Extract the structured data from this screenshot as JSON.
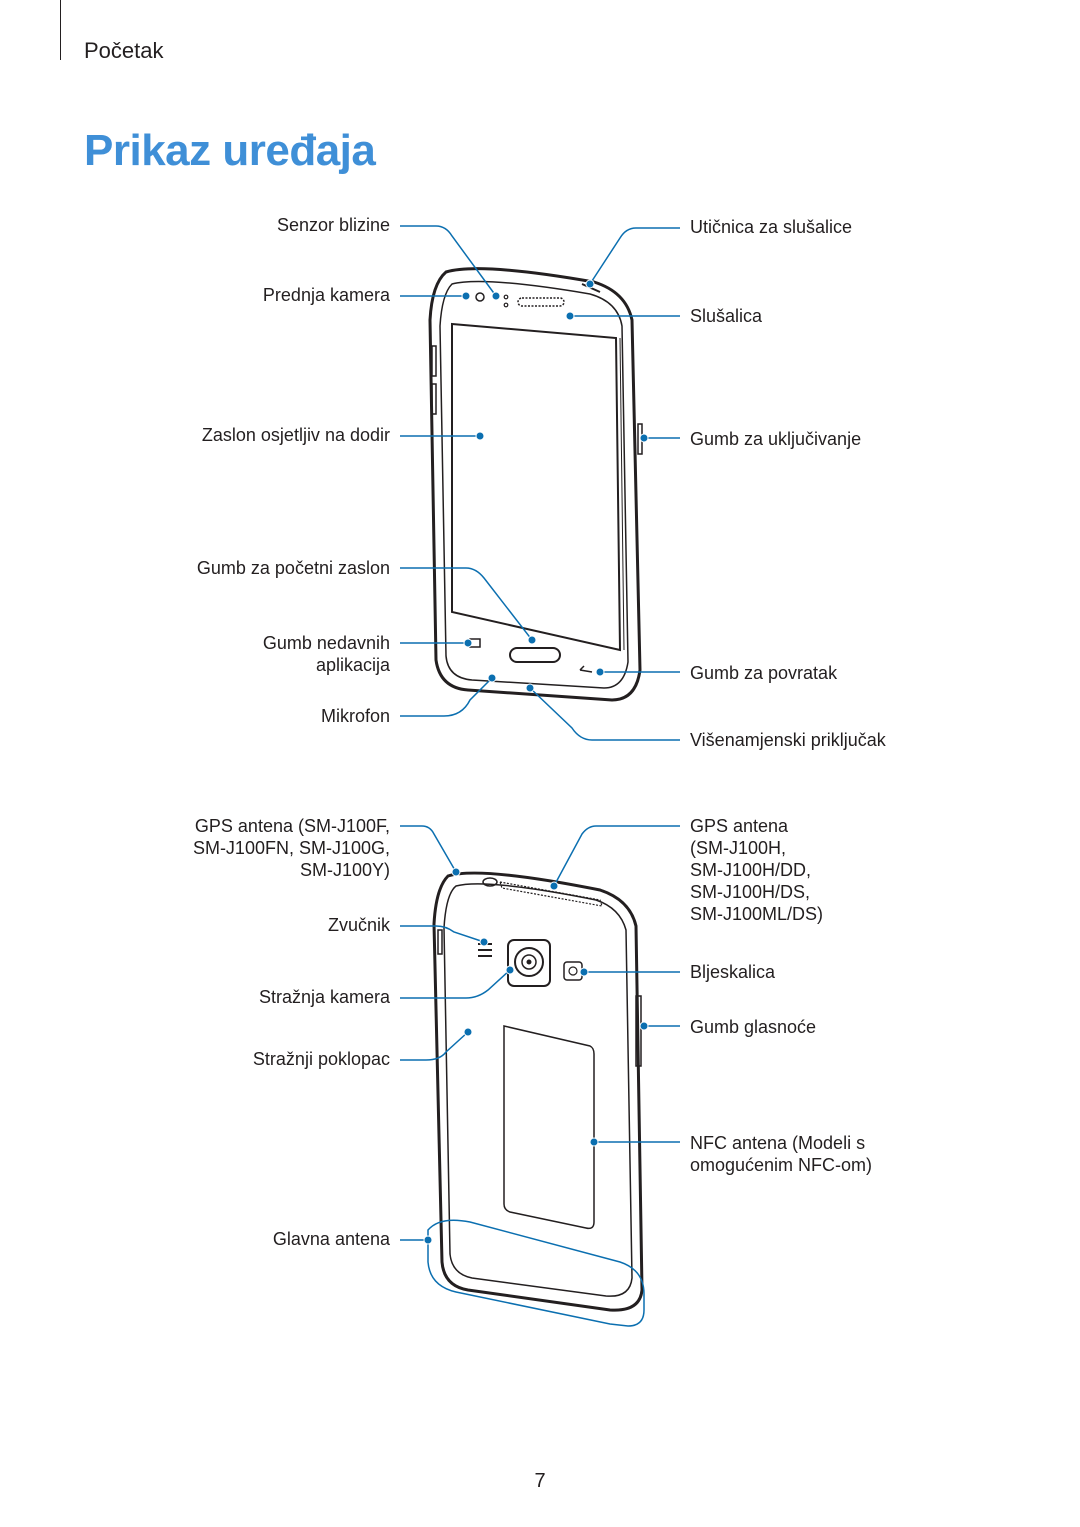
{
  "header": {
    "section": "Početak"
  },
  "title": "Prikaz uređaja",
  "front": {
    "proximity_sensor": "Senzor blizine",
    "front_camera": "Prednja kamera",
    "touchscreen": "Zaslon osjetljiv na dodir",
    "home_button": "Gumb za početni zaslon",
    "recent_apps_1": "Gumb nedavnih",
    "recent_apps_2": "aplikacija",
    "microphone": "Mikrofon",
    "headset_jack": "Utičnica za slušalice",
    "earpiece": "Slušalica",
    "power_button": "Gumb za uključivanje",
    "back_button": "Gumb za povratak",
    "multipurpose_jack": "Višenamjenski priključak"
  },
  "back": {
    "gps_left_1": "GPS antena (SM-J100F,",
    "gps_left_2": "SM-J100FN, SM-J100G,",
    "gps_left_3": "SM-J100Y)",
    "speaker": "Zvučnik",
    "rear_camera": "Stražnja kamera",
    "back_cover": "Stražnji poklopac",
    "main_antenna": "Glavna antena",
    "gps_right_1": "GPS antena",
    "gps_right_2": "(SM-J100H,",
    "gps_right_3": "SM-J100H/DD,",
    "gps_right_4": "SM-J100H/DS,",
    "gps_right_5": "SM-J100ML/DS)",
    "flash": "Bljeskalica",
    "volume_button": "Gumb glasnoće",
    "nfc_1": "NFC antena (Modeli s",
    "nfc_2": "omogućenim NFC-om)"
  },
  "page_number": "7",
  "colors": {
    "title": "#3f8fd7",
    "callout": "#0b6fb0",
    "text": "#231f20"
  }
}
